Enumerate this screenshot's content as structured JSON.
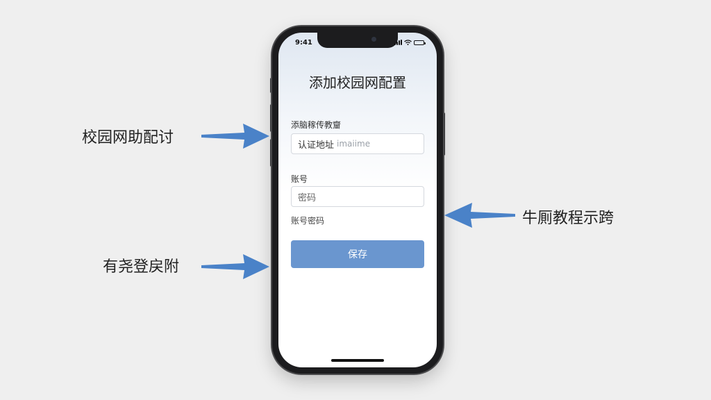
{
  "status_bar": {
    "time": "9:41",
    "icons": [
      "cellular-signal-icon",
      "wifi-icon",
      "battery-icon"
    ]
  },
  "form": {
    "title": "添加校园网配置",
    "label_1": "添脑稼传教齏",
    "input_1_value": "认证地址",
    "input_1_hint": "imaiime",
    "label_2": "账号",
    "input_2_placeholder": "密码",
    "label_3": "账号密码",
    "save_label": "保存"
  },
  "callouts": {
    "left_top": "校园网助配讨",
    "left_bottom": "有尧登戻附",
    "right": "牛厠教程示跨"
  },
  "colors": {
    "background": "#efefef",
    "accent_button": "#6a96cf",
    "arrow": "#4a82c8",
    "phone_frame": "#1c1c1e"
  }
}
